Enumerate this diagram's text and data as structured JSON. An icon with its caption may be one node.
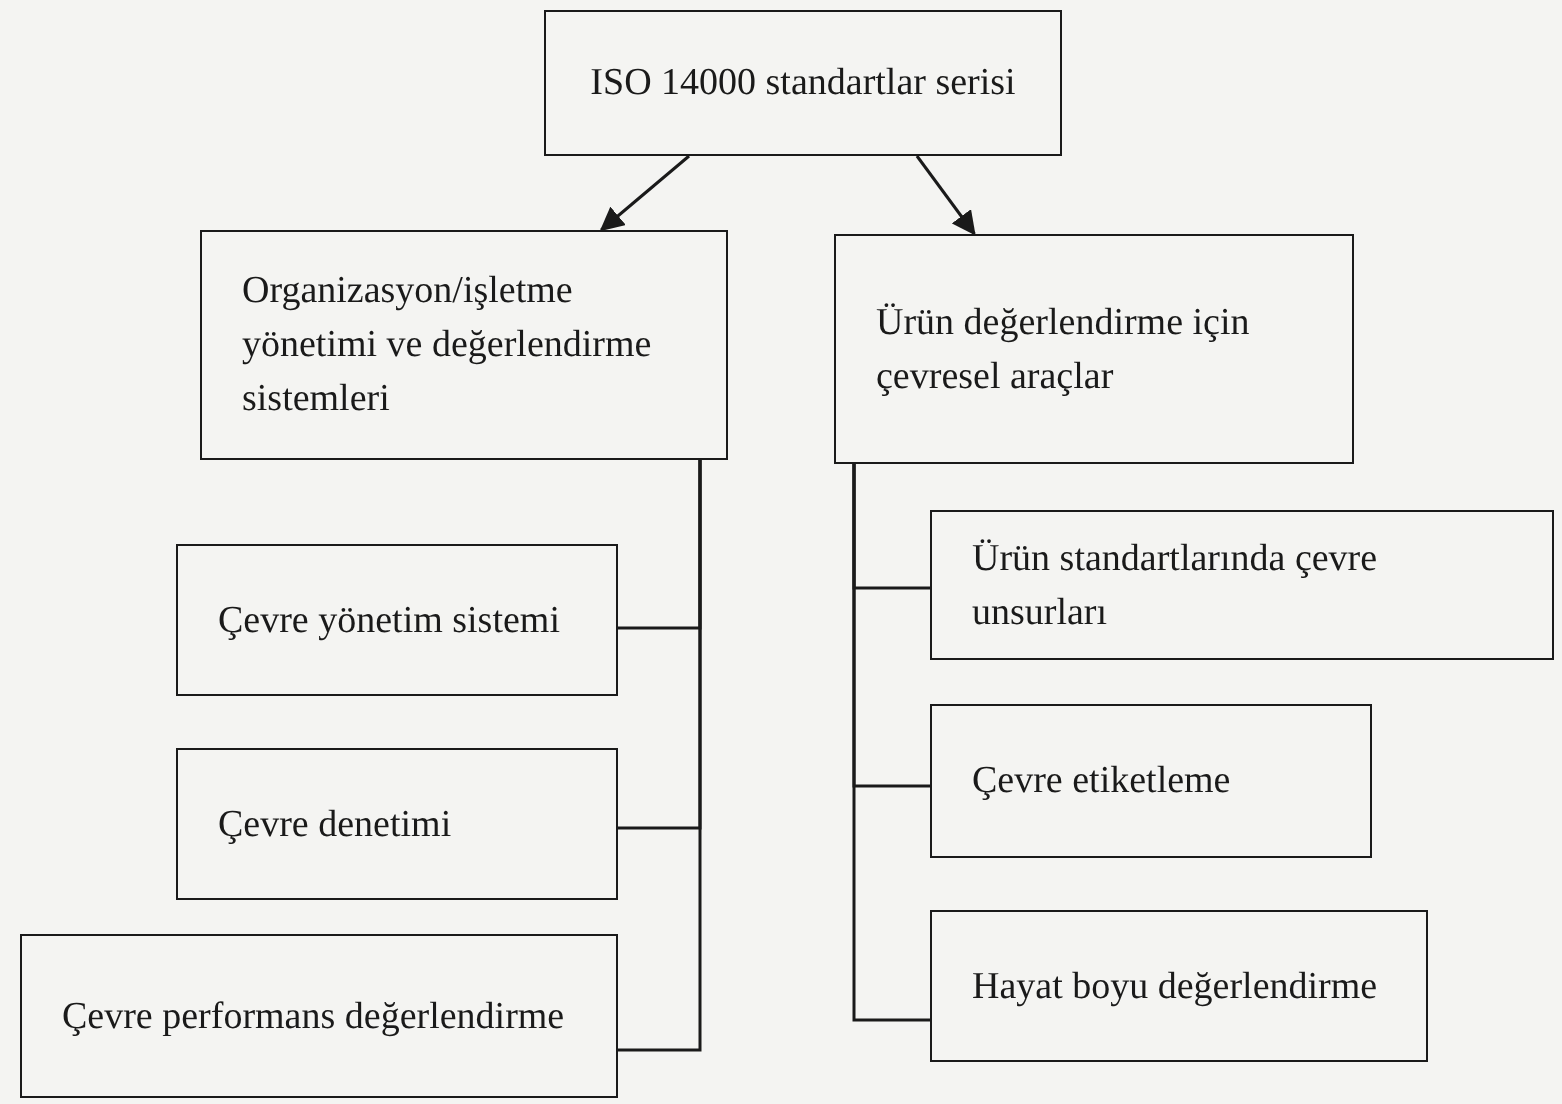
{
  "diagram": {
    "nodes": [
      {
        "text": [
          "ISO 14000 standartlar serisi"
        ]
      },
      {
        "text": [
          "Organizasyon/işletme yönetimi ve değerlendirme sistemleri"
        ]
      },
      {
        "text": [
          "Ürün değerlendirme için çevresel araçlar"
        ]
      },
      {
        "text": [
          "Çevre yönetim sistemi"
        ]
      },
      {
        "text": [
          "Çevre denetimi"
        ]
      },
      {
        "text": [
          "Çevre performans değerlendirme"
        ]
      },
      {
        "text": [
          "Ürün standartlarında çevre unsurları"
        ]
      },
      {
        "text": [
          "Çevre etiketleme"
        ]
      },
      {
        "text": [
          "Hayat boyu değerlendirme"
        ]
      }
    ],
    "edges": [
      {
        "from": 0,
        "to": 1,
        "arrow": "to"
      },
      {
        "from": 0,
        "to": 2,
        "arrow": "to"
      },
      {
        "from": 1,
        "to": 3,
        "arrow": "none"
      },
      {
        "from": 1,
        "to": 4,
        "arrow": "none"
      },
      {
        "from": 1,
        "to": 5,
        "arrow": "none"
      },
      {
        "from": 2,
        "to": 6,
        "arrow": "none"
      },
      {
        "from": 2,
        "to": 7,
        "arrow": "none"
      },
      {
        "from": 2,
        "to": 8,
        "arrow": "none"
      }
    ]
  }
}
